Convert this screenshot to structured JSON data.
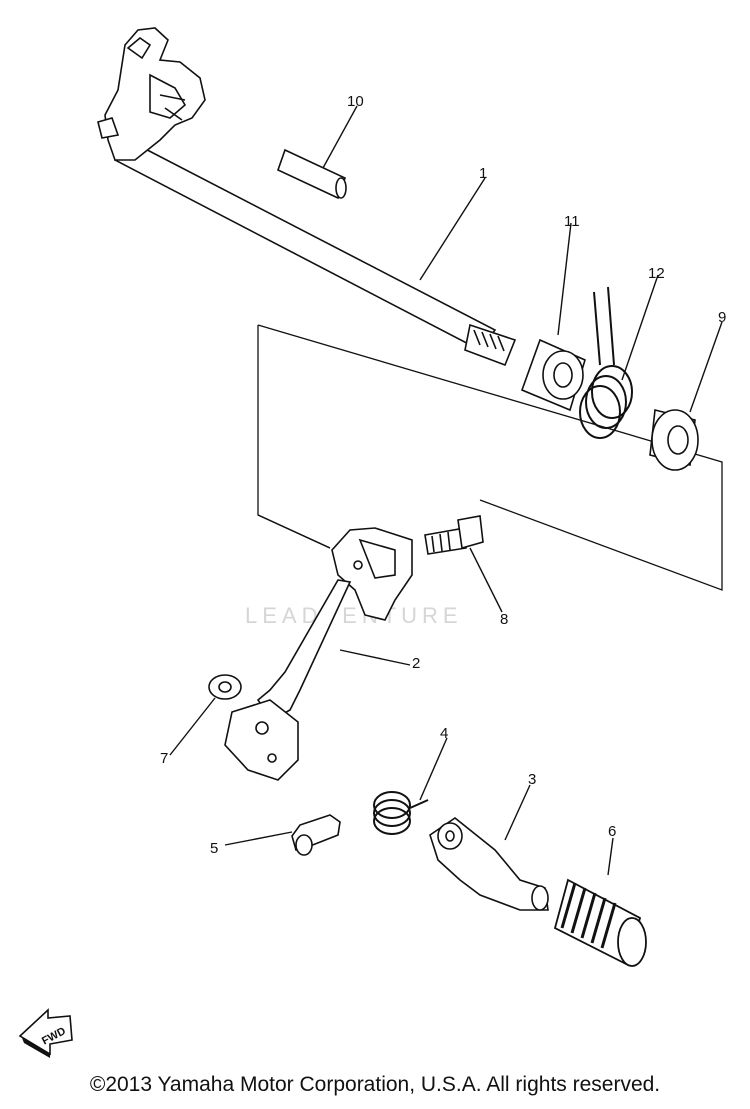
{
  "callouts": [
    "1",
    "2",
    "3",
    "4",
    "5",
    "6",
    "7",
    "8",
    "9",
    "10",
    "11",
    "12"
  ],
  "watermark": "LEADVENTURE",
  "fwd_label": "FWD",
  "copyright": "©2013 Yamaha Motor Corporation, U.S.A. All rights reserved."
}
